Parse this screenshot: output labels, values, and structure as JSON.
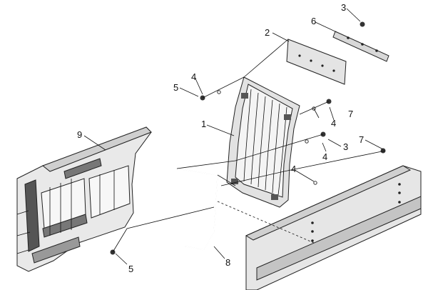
{
  "diagram": {
    "callouts": [
      "1",
      "2",
      "3",
      "3",
      "4",
      "4",
      "4",
      "4",
      "5",
      "5",
      "6",
      "7",
      "7",
      "8",
      "9"
    ]
  },
  "colors": {
    "stroke": "#222222",
    "part_light": "#f4f4f4",
    "part_mid": "#d6d6d6",
    "part_dark": "#8a8a8a"
  }
}
